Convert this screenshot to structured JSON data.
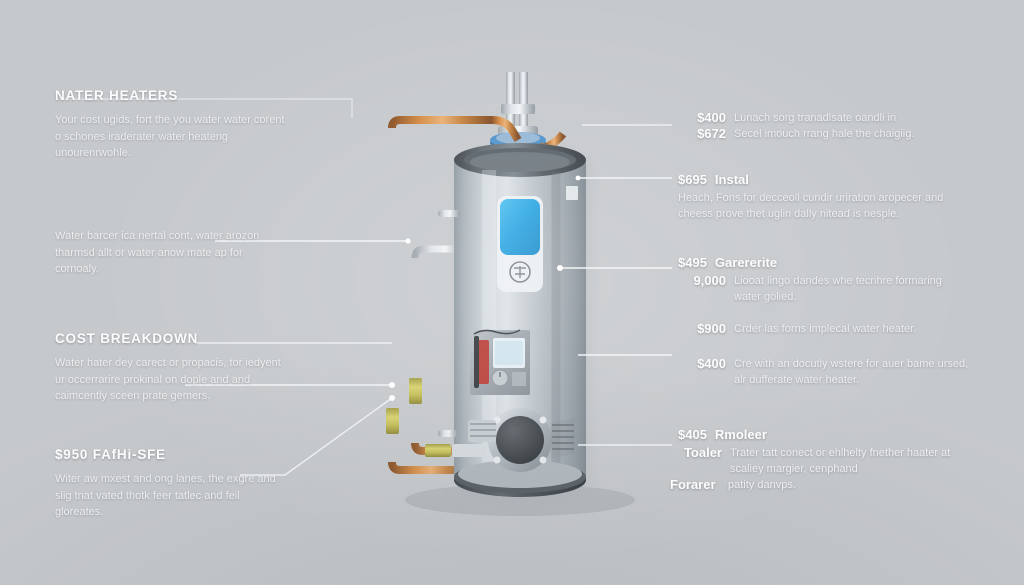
{
  "meta": {
    "background_color": "#c6c9cc",
    "accent_label_color": "#2ba6e0",
    "copper_color": "#c8813f",
    "tank_color": "#b9c0c6"
  },
  "left_column": {
    "sections": [
      {
        "id": "water-heaters",
        "heading": "NATER HEATERS",
        "body": "Your cost ugids, fort the you water water corent o schones iraderater water heateng unourenrwohle."
      },
      {
        "id": "water-barcer",
        "heading": "",
        "body": "Water barcer ica nertal cont, water arozon tharmsd allt or water anow mate ap for cornoaly."
      },
      {
        "id": "cost-breakdown",
        "heading": "COST BREAKDOWN",
        "body": "Water hater dey carect or propacis, tor iedyent ur occerrarire prokinal on dople and and caimcently sceen prate gemers."
      },
      {
        "id": "fath-see",
        "heading": "$950 FAfHi-SFE",
        "body": "Witer aw mxest and ong lanes, the exgre and slig tnat vated thotk feer tatlec and feil gloreates."
      }
    ]
  },
  "right_column": {
    "items": [
      {
        "id": "anode-rod",
        "price": "$400",
        "title": "",
        "desc": "Lunach sorg tranadlsate oandli in"
      },
      {
        "id": "recirculation",
        "price": "$672",
        "title": "",
        "desc": "Secel imouch rrang hale the chaigiig."
      },
      {
        "id": "install",
        "price": "$695",
        "title": "Instal",
        "desc": "Heach, Fons for decceoll cundir uriration aropecer and cheess prove thet uglin dally nitead is nesple."
      },
      {
        "id": "garerente",
        "price": "$495",
        "title": "Garererite",
        "desc": ""
      },
      {
        "id": "garerente-capacity",
        "price": "9,000",
        "title": "",
        "desc": "Liooat lingo dandes whe tecnhre formaring water golied."
      },
      {
        "id": "implecal",
        "price": "$900",
        "title": "",
        "desc": "Crder las forns implecal water heater."
      },
      {
        "id": "dufferate",
        "price": "$400",
        "title": "",
        "desc": "Cre with an docutly wstere for auer bame ursed, alr dufferate water heater."
      },
      {
        "id": "rmoleer",
        "price": "$405",
        "title": "Rmoleer",
        "desc": ""
      },
      {
        "id": "toaler",
        "price": "Toaler",
        "title": "",
        "desc": "Trater tatt conect or ehlhelty fnether haater at scaliey margier, cenphand"
      },
      {
        "id": "forarer",
        "price": "Forarer",
        "title": "",
        "desc": "patity danvps."
      }
    ]
  },
  "illustration": {
    "name": "water-heater-cutaway",
    "parts": [
      {
        "id": "flue-vent",
        "label": "flue-vent-pipe"
      },
      {
        "id": "top-fitting",
        "label": "blue-collar-fitting"
      },
      {
        "id": "copper-inlet",
        "label": "copper-inlet-pipe"
      },
      {
        "id": "copper-outlet",
        "label": "copper-outlet-pipe"
      },
      {
        "id": "steel-pipe",
        "label": "steel-secondary-pipe"
      },
      {
        "id": "brass-union-1",
        "label": "brass-union-fitting"
      },
      {
        "id": "brass-union-2",
        "label": "brass-union-fitting"
      },
      {
        "id": "brass-union-3",
        "label": "brass-union-fitting"
      },
      {
        "id": "tank-body",
        "label": "insulated-tank-shell"
      },
      {
        "id": "blue-label",
        "label": "blue-product-label"
      },
      {
        "id": "control-panel",
        "label": "gas-control-panel"
      },
      {
        "id": "burner-access",
        "label": "burner-access-port"
      },
      {
        "id": "drain-valve",
        "label": "drain-valve"
      },
      {
        "id": "air-vent-louvers",
        "label": "air-intake-louvers"
      },
      {
        "id": "base-ring",
        "label": "tank-base-ring"
      }
    ]
  },
  "leader_lines": {
    "count": 10,
    "color": "#f2f4f6"
  }
}
